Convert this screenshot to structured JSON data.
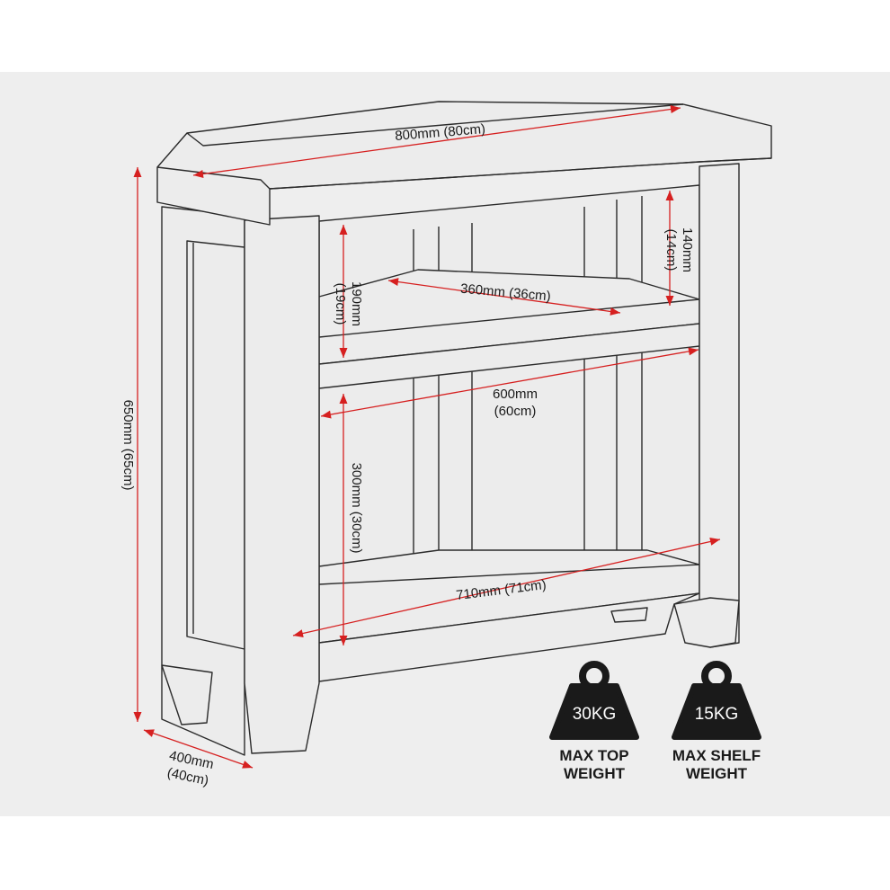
{
  "diagram": {
    "dimensions": {
      "top_width": "800mm (80cm)",
      "top_gap": {
        "mm": "140mm",
        "cm": "(14cm)"
      },
      "upper_shelf_height": {
        "mm": "190mm",
        "cm": "(19cm)"
      },
      "upper_shelf_depth": "360mm (36cm)",
      "middle_width": {
        "mm": "600mm",
        "cm": "(60cm)"
      },
      "lower_shelf_height": "300mm (30cm)",
      "bottom_width": "710mm (71cm)",
      "overall_height": "650mm (65cm)",
      "depth": {
        "mm": "400mm",
        "cm": "(40cm)"
      }
    },
    "weights": [
      {
        "value": "30KG",
        "caption_line1": "MAX TOP",
        "caption_line2": "WEIGHT",
        "icon": "weight-icon"
      },
      {
        "value": "15KG",
        "caption_line1": "MAX SHELF",
        "caption_line2": "WEIGHT",
        "icon": "weight-icon"
      }
    ],
    "colors": {
      "dimension_arrows": "#d62020",
      "outline": "#2b2b2b",
      "background_panel": "#eeeeee",
      "weight_icon": "#1a1a1a"
    }
  }
}
